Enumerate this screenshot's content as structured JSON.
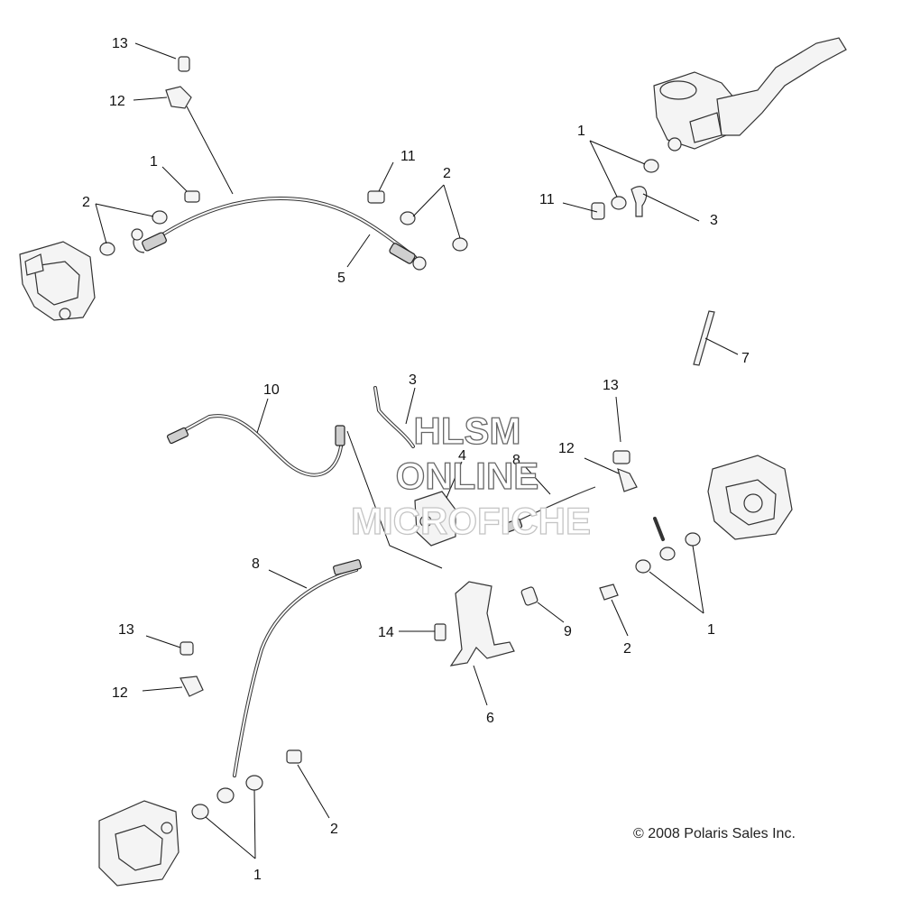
{
  "callouts": {
    "c13a": "13",
    "c12a": "12",
    "c1a": "1",
    "c2a": "2",
    "c11a": "11",
    "c2b": "2",
    "c5": "5",
    "c1b": "1",
    "c11b": "11",
    "c3a": "3",
    "c7": "7",
    "c10": "10",
    "c3b": "3",
    "c4": "4",
    "c8a": "8",
    "c13b": "13",
    "c12b": "12",
    "c8b": "8",
    "c14": "14",
    "c9": "9",
    "c2c": "2",
    "c1c": "1",
    "c6": "6",
    "c13c": "13",
    "c12c": "12",
    "c2d": "2",
    "c1d": "1"
  },
  "watermark": {
    "line1": "HLSM",
    "line2": "ONLINE",
    "line3": "MICROFICHE"
  },
  "copyright": "© 2008 Polaris Sales Inc."
}
